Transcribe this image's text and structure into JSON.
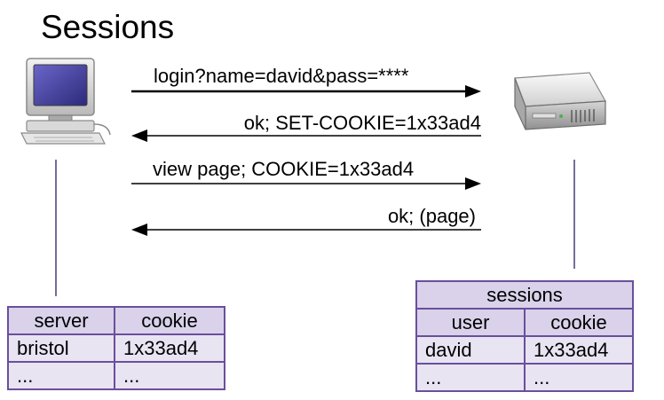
{
  "title": "Sessions",
  "actors": {
    "client": {
      "icon": "computer-icon"
    },
    "server": {
      "icon": "server-icon"
    }
  },
  "messages": [
    {
      "label": "login?name=david&pass=****",
      "direction": "to-server"
    },
    {
      "label": "ok; SET-COOKIE=1x33ad4",
      "direction": "to-client"
    },
    {
      "label": "view page; COOKIE=1x33ad4",
      "direction": "to-server"
    },
    {
      "label": "ok; (page)",
      "direction": "to-client"
    }
  ],
  "client_table": {
    "headers": [
      "server",
      "cookie"
    ],
    "rows": [
      [
        "bristol",
        "1x33ad4"
      ],
      [
        "...",
        "..."
      ]
    ]
  },
  "server_table": {
    "title": "sessions",
    "headers": [
      "user",
      "cookie"
    ],
    "rows": [
      [
        "david",
        "1x33ad4"
      ],
      [
        "...",
        "..."
      ]
    ]
  },
  "colors": {
    "table_border": "#6a4f9c",
    "table_fill": "#e8e4f2",
    "lifeline": "#4a3a7a"
  }
}
